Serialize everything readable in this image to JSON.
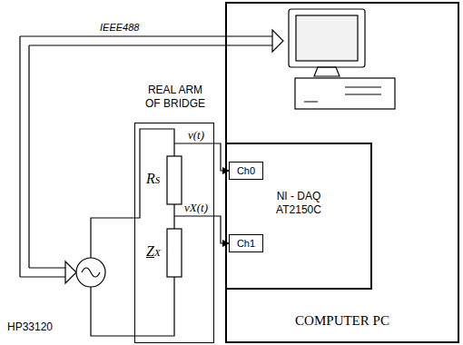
{
  "diagram": {
    "nodes": [
      {
        "text": [
          "COMPUTER PC"
        ]
      },
      {
        "text": [
          "NI - DAQ AT2150C"
        ],
        "in": 0
      },
      {
        "text": [
          "Ch0"
        ],
        "in": 1
      },
      {
        "text": [
          "Ch1"
        ],
        "in": 1
      },
      {
        "text": [
          "REAL ARM OF BRIDGE"
        ]
      }
    ],
    "edges": [
      {
        "from": 4,
        "to": 2,
        "label": "v(t)",
        "arrow": "to"
      },
      {
        "from": 4,
        "to": 3,
        "label": "vX(t)",
        "arrow": "to"
      }
    ],
    "labels": [
      "IEEE488",
      "RS",
      "ZX",
      "HP33120"
    ]
  }
}
